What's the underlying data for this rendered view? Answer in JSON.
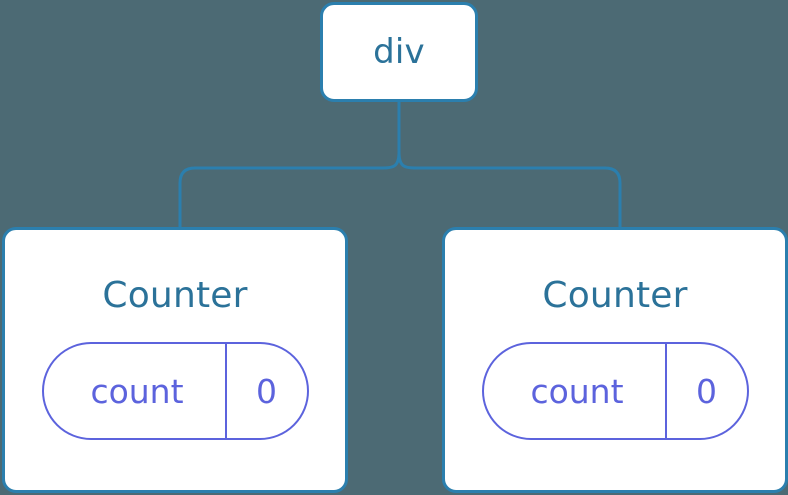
{
  "diagram": {
    "title": "React component tree with local state",
    "type": "component-tree",
    "background_color": "#4c6a74",
    "node_border_color": "#2b7fae",
    "node_title_color": "#2b7299",
    "state_pill_color": "#5c63dd",
    "connector_color": "#2b7fae"
  },
  "root": {
    "label": "div"
  },
  "children": [
    {
      "label": "Counter",
      "state": {
        "key": "count",
        "value": "0"
      }
    },
    {
      "label": "Counter",
      "state": {
        "key": "count",
        "value": "0"
      }
    }
  ]
}
